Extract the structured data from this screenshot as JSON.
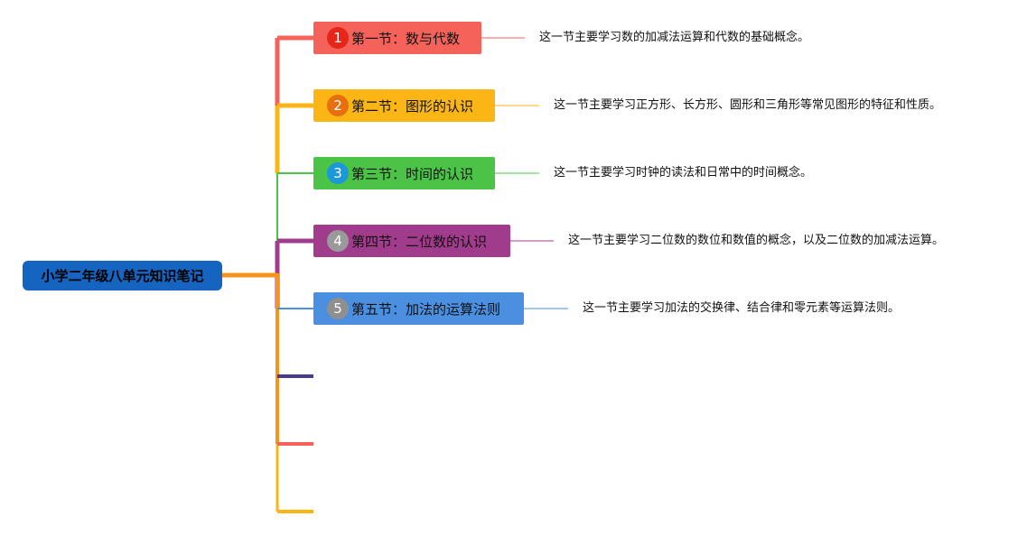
{
  "root": {
    "label": "小学二年级八单元知识笔记"
  },
  "sections": [
    {
      "num": "1",
      "title": "第一节：数与代数",
      "desc": "这一节主要学习数的加减法运算和代数的基础概念。",
      "color": "#f4625a",
      "badge_bg": "#e6261b",
      "badge_fg": "#ffffff"
    },
    {
      "num": "2",
      "title": "第二节：图形的认识",
      "desc": "这一节主要学习正方形、长方形、圆形和三角形等常见图形的特征和性质。",
      "color": "#fbb615",
      "badge_bg": "#e86f0e",
      "badge_fg": "#ffffff"
    },
    {
      "num": "3",
      "title": "第三节：时间的认识",
      "desc": "这一节主要学习时钟的读法和日常中的时间概念。",
      "color": "#4bc346",
      "badge_bg": "#1b98d8",
      "badge_fg": "#ffffff"
    },
    {
      "num": "4",
      "title": "第四节：二位数的认识",
      "desc": "这一节主要学习二位数的数位和数值的概念，以及二位数的加减法运算。",
      "color": "#a13c8c",
      "badge_bg": "#9a9a9a",
      "badge_fg": "#ffffff"
    },
    {
      "num": "5",
      "title": "第五节：加法的运算法则",
      "desc": "这一节主要学习加法的交换律、结合律和零元素等运算法则。",
      "color": "#4a8fe0",
      "badge_bg": "#8f8f8f",
      "badge_fg": "#ffffff"
    }
  ],
  "empty_branches": [
    {
      "color": "#4a3a8c"
    },
    {
      "color": "#f4625a"
    },
    {
      "color": "#fbb615"
    }
  ],
  "colors": {
    "root": "#1565c0",
    "trunk": "#f7941d"
  }
}
